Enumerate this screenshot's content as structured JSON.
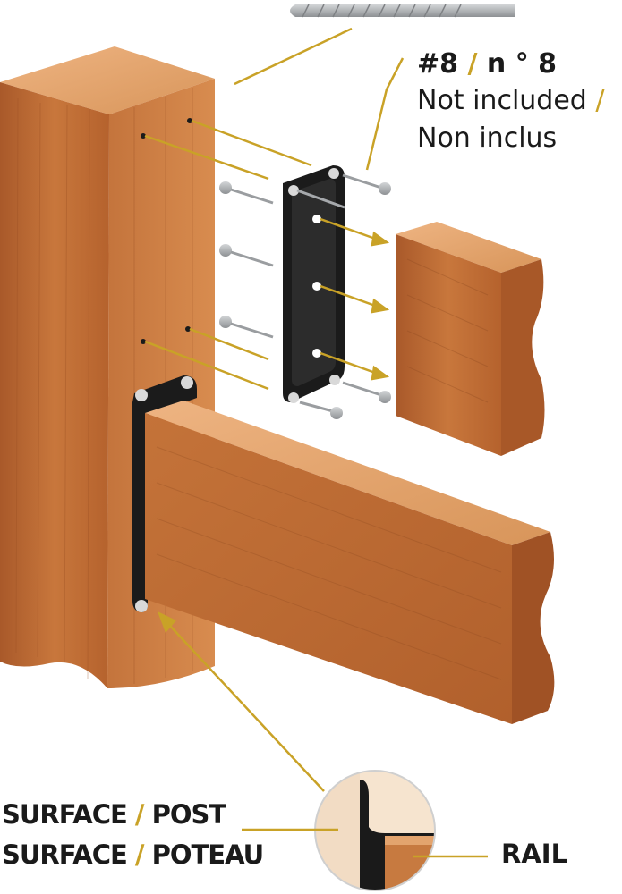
{
  "screw_label": {
    "size": "#8",
    "sep": "/",
    "size_fr": "n ° 8",
    "line2_en": "Not included",
    "line2_sep": "/",
    "line3_fr": "Non inclus"
  },
  "surface_label": {
    "line1_a": "SURFACE",
    "line1_sep": "/",
    "line1_b": "POST",
    "line2_a": "SURFACE",
    "line2_sep": "/",
    "line2_b": "POTEAU"
  },
  "rail_label": "RAIL",
  "colors": {
    "leader_gold": "#c9a227",
    "text": "#1a1a1a",
    "bracket": "#1b1b1b",
    "wood_face": "#c16f35",
    "wood_top": "#e3a46e",
    "wood_dark": "#9e5224",
    "screw": "#a9acaf"
  }
}
